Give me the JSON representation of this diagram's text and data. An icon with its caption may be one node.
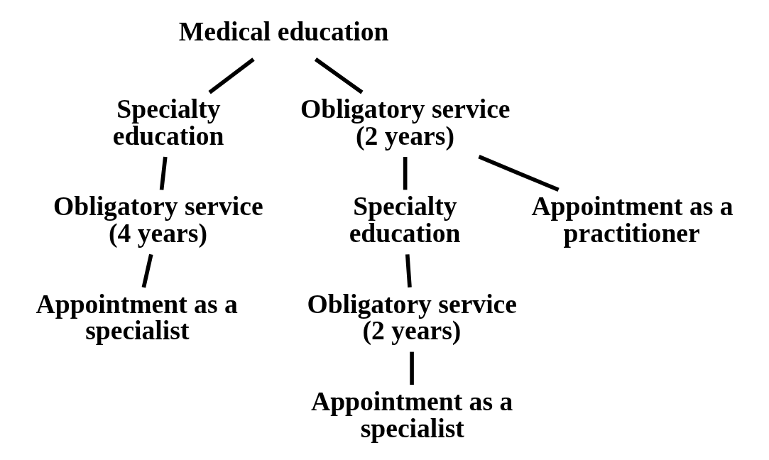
{
  "diagram": {
    "nodes": [
      {
        "text": [
          "Medical education"
        ]
      },
      {
        "text": [
          "Specialty education"
        ]
      },
      {
        "text": [
          "Obligatory service (2 years)"
        ]
      },
      {
        "text": [
          "Obligatory service (4 years)"
        ]
      },
      {
        "text": [
          "Specialty education"
        ]
      },
      {
        "text": [
          "Appointment as a practitioner"
        ]
      },
      {
        "text": [
          "Appointment as a specialist"
        ]
      },
      {
        "text": [
          "Obligatory service (2 years)"
        ]
      },
      {
        "text": [
          "Appointment as a specialist"
        ]
      }
    ],
    "edges": [
      {
        "from": 0,
        "to": 1,
        "arrow": "none"
      },
      {
        "from": 0,
        "to": 2,
        "arrow": "none"
      },
      {
        "from": 1,
        "to": 3,
        "arrow": "none"
      },
      {
        "from": 2,
        "to": 4,
        "arrow": "none"
      },
      {
        "from": 2,
        "to": 5,
        "arrow": "none"
      },
      {
        "from": 3,
        "to": 6,
        "arrow": "none"
      },
      {
        "from": 4,
        "to": 7,
        "arrow": "none"
      },
      {
        "from": 7,
        "to": 8,
        "arrow": "none"
      }
    ]
  }
}
